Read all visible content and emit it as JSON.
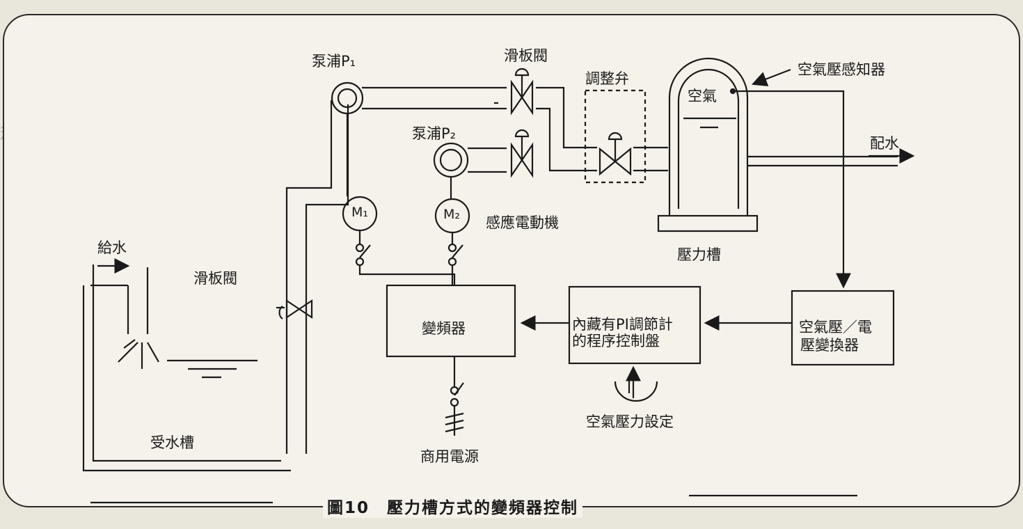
{
  "labels": {
    "pump_p1": "泵浦P₁",
    "pump_p2": "泵浦P₂",
    "gate_valve_top": "滑板閥",
    "adjust_valve": "調整弁",
    "air_pressure_sensor": "空氣壓感知器",
    "air": "空氣",
    "distribution": "配水",
    "motor_m1": "M₁",
    "motor_m2": "M₂",
    "induction_motor": "感應電動機",
    "pressure_tank": "壓力槽",
    "water_supply": "給水",
    "gate_valve_left": "滑板閥",
    "inverter": "變頻器",
    "pi_panel_line1": "內藏有PI調節計",
    "pi_panel_line2": "的程序控制盤",
    "converter_line1": "空氣壓／電",
    "converter_line2": "壓變換器",
    "air_pressure_setting": "空氣壓力設定",
    "receiving_tank": "受水槽",
    "commercial_power": "商用電源"
  },
  "caption": "圖10　壓力槽方式的變頻器控制"
}
